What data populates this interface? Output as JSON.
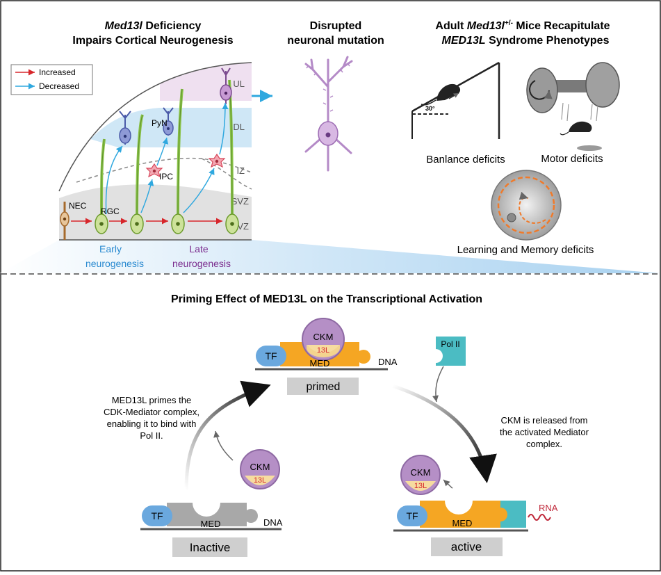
{
  "colors": {
    "increased": "#d7262b",
    "decreased": "#2fa8df",
    "med": "#f5a623",
    "ckm": "#b58fc6",
    "pol": "#4bbcc3",
    "tf": "#6aa8de",
    "gray": "#bdbdbd",
    "label_bg": "#cfcfcf"
  },
  "top": {
    "panel1": {
      "title_italic": "Med13l",
      "title_rest": " Deficiency",
      "title_line2": "Impairs Cortical Neurogenesis",
      "legend": {
        "increased": "Increased",
        "decreased": "Decreased"
      },
      "zones": {
        "ul": "UL",
        "dl": "DL",
        "iz": "IZ",
        "svz": "SVZ",
        "vz": "VZ"
      },
      "cells": {
        "nec": "NEC",
        "rgc": "RGC",
        "ipc": "IPC",
        "pyn": "PyN"
      },
      "early": [
        "Early",
        "neurogenesis"
      ],
      "late": [
        "Late",
        "neurogenesis"
      ]
    },
    "panel2": {
      "title_line1": "Disrupted",
      "title_line2": "neuronal mutation"
    },
    "panel3": {
      "title_pre": "Adult ",
      "title_italic": "Med13l",
      "title_sup": "+/-",
      "title_post": "  Mice Recapitulate",
      "title_line2_italic": "MED13L",
      "title_line2_rest": " Syndrome Phenotypes",
      "angle": "30°",
      "balance": "Banlance deficits",
      "motor": "Motor deficits",
      "memory": "Learning and Memory deficits"
    }
  },
  "bottom": {
    "title": "Priming Effect of MED13L on the Transcriptional Activation",
    "tf": "TF",
    "med": "MED",
    "ckm": "CKM",
    "l13": "13L",
    "dna": "DNA",
    "pol": "Pol II",
    "rna": "RNA",
    "state_primed": "primed",
    "state_inactive": "Inactive",
    "state_active": "active",
    "note_left": [
      "MED13L primes the",
      "CDK-Mediator complex,",
      "enabling it to bind with",
      "Pol II."
    ],
    "note_right": [
      "CKM is released from",
      "the activated Mediator",
      "complex."
    ]
  }
}
